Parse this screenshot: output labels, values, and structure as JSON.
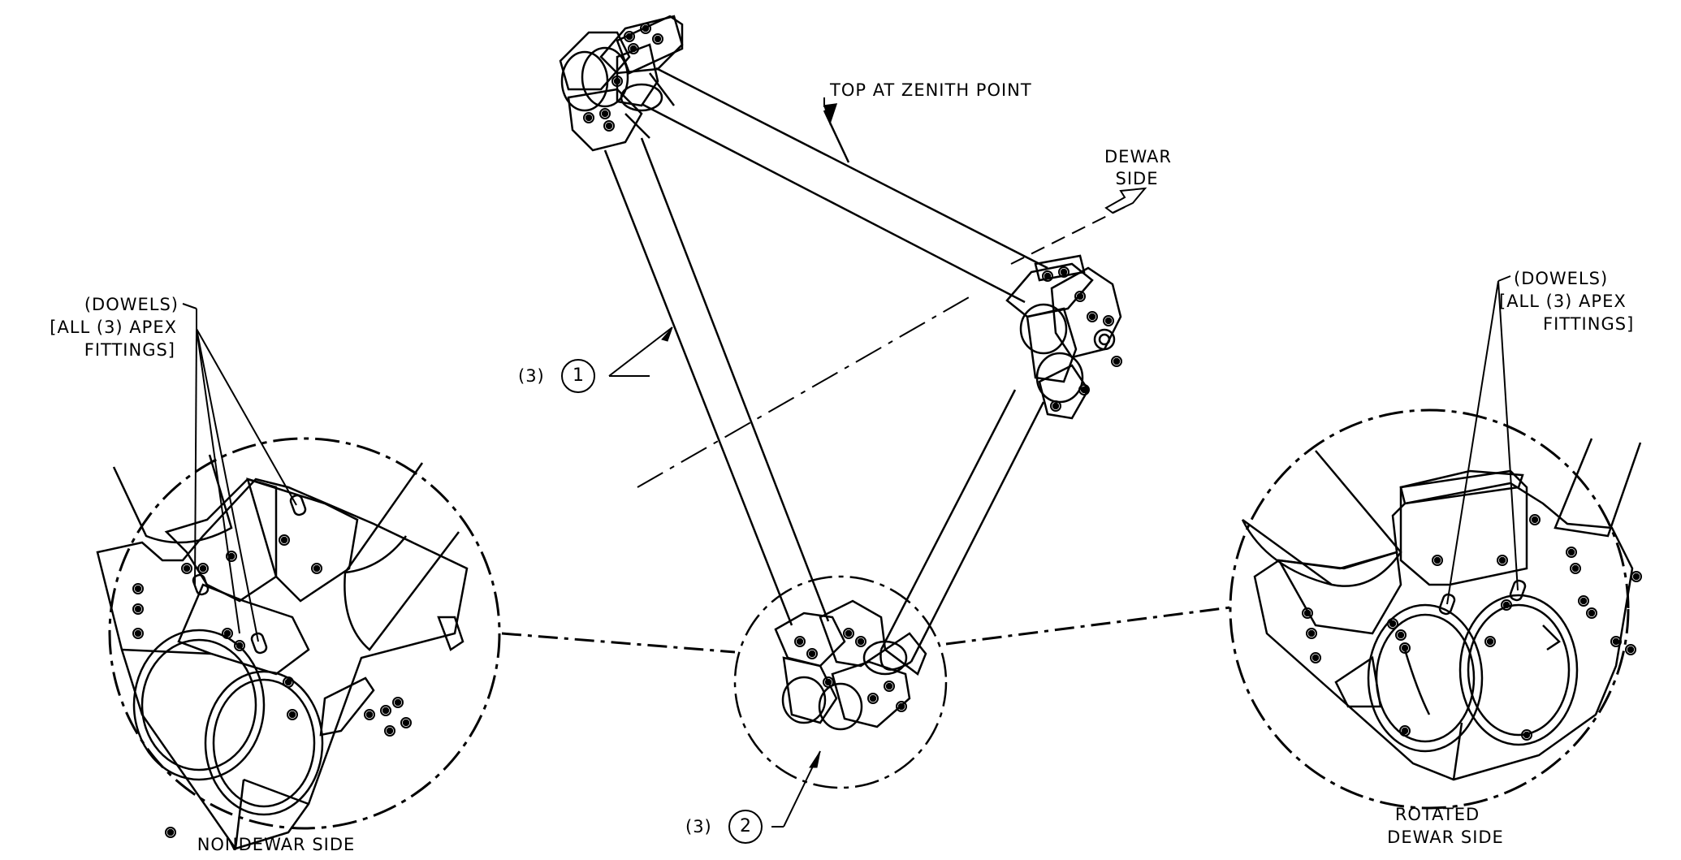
{
  "labels": {
    "top_zenith": "TOP AT ZENITH POINT",
    "dewar_side_1": "DEWAR",
    "dewar_side_2": "SIDE",
    "dowels_left_1": "(DOWELS)",
    "dowels_left_2": "[ALL (3) APEX",
    "dowels_left_3": "FITTINGS]",
    "dowels_right_1": "(DOWELS)",
    "dowels_right_2": "[ALL (3) APEX",
    "dowels_right_3": "FITTINGS]",
    "nondewar_side": "NONDEWAR SIDE",
    "rotated_1": "ROTATED",
    "rotated_2": "DEWAR SIDE"
  },
  "callouts": [
    {
      "qty": "(3)",
      "item": "1"
    },
    {
      "qty": "(3)",
      "item": "2"
    }
  ],
  "colors": {
    "line": "#000000",
    "background": "#ffffff"
  }
}
